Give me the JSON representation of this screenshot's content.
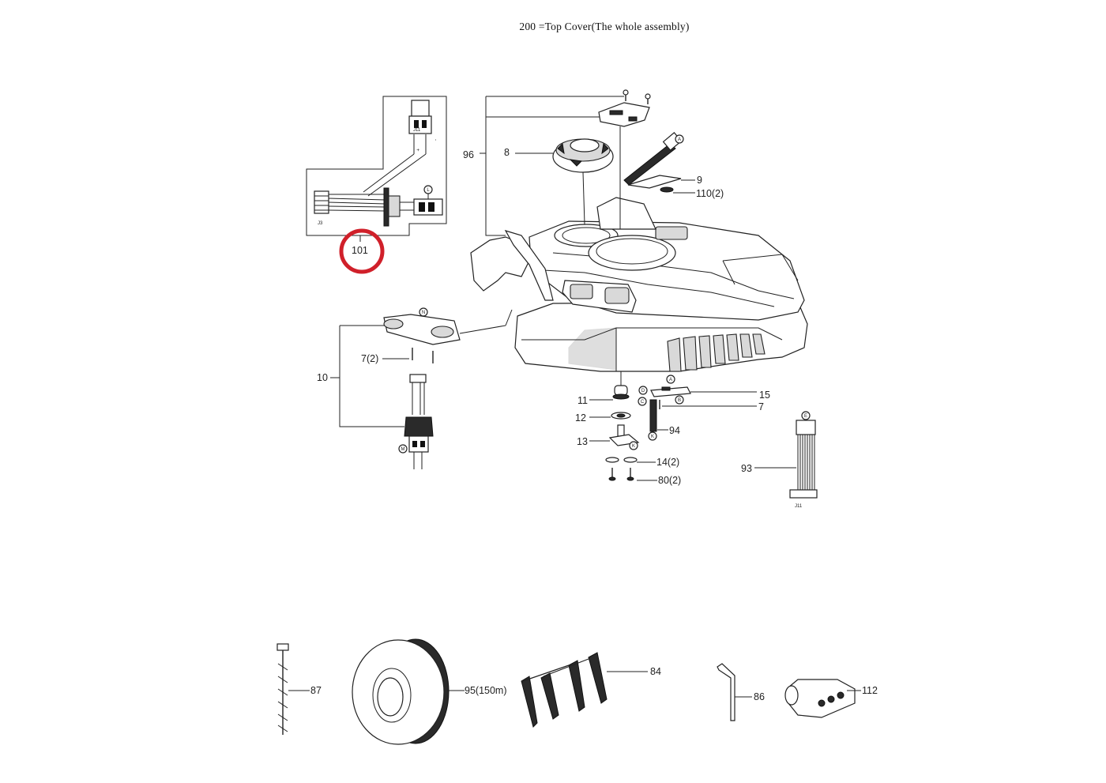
{
  "title": "200 =Top Cover(The whole assembly)",
  "highlight_color": "#d0202a",
  "labels": {
    "p96": "96",
    "p8": "8",
    "p9": "9",
    "p110": "110(2)",
    "p101": "101",
    "p10": "10",
    "p7a": "7(2)",
    "p11": "11",
    "p12": "12",
    "p13": "13",
    "p15": "15",
    "p7b": "7",
    "p94": "94",
    "p14": "14(2)",
    "p80": "80(2)",
    "p93": "93",
    "p87": "87",
    "p95": "95(150m)",
    "p84": "84",
    "p86": "86",
    "p112": "112"
  },
  "markers": {
    "A": "A",
    "B": "B",
    "C": "C",
    "D": "D",
    "K": "K",
    "L": "L",
    "M": "M",
    "N": "N",
    "E": "E"
  },
  "connector_text": {
    "j3": "J3",
    "j11": "J11",
    "plus": "+",
    "minus": "-"
  }
}
